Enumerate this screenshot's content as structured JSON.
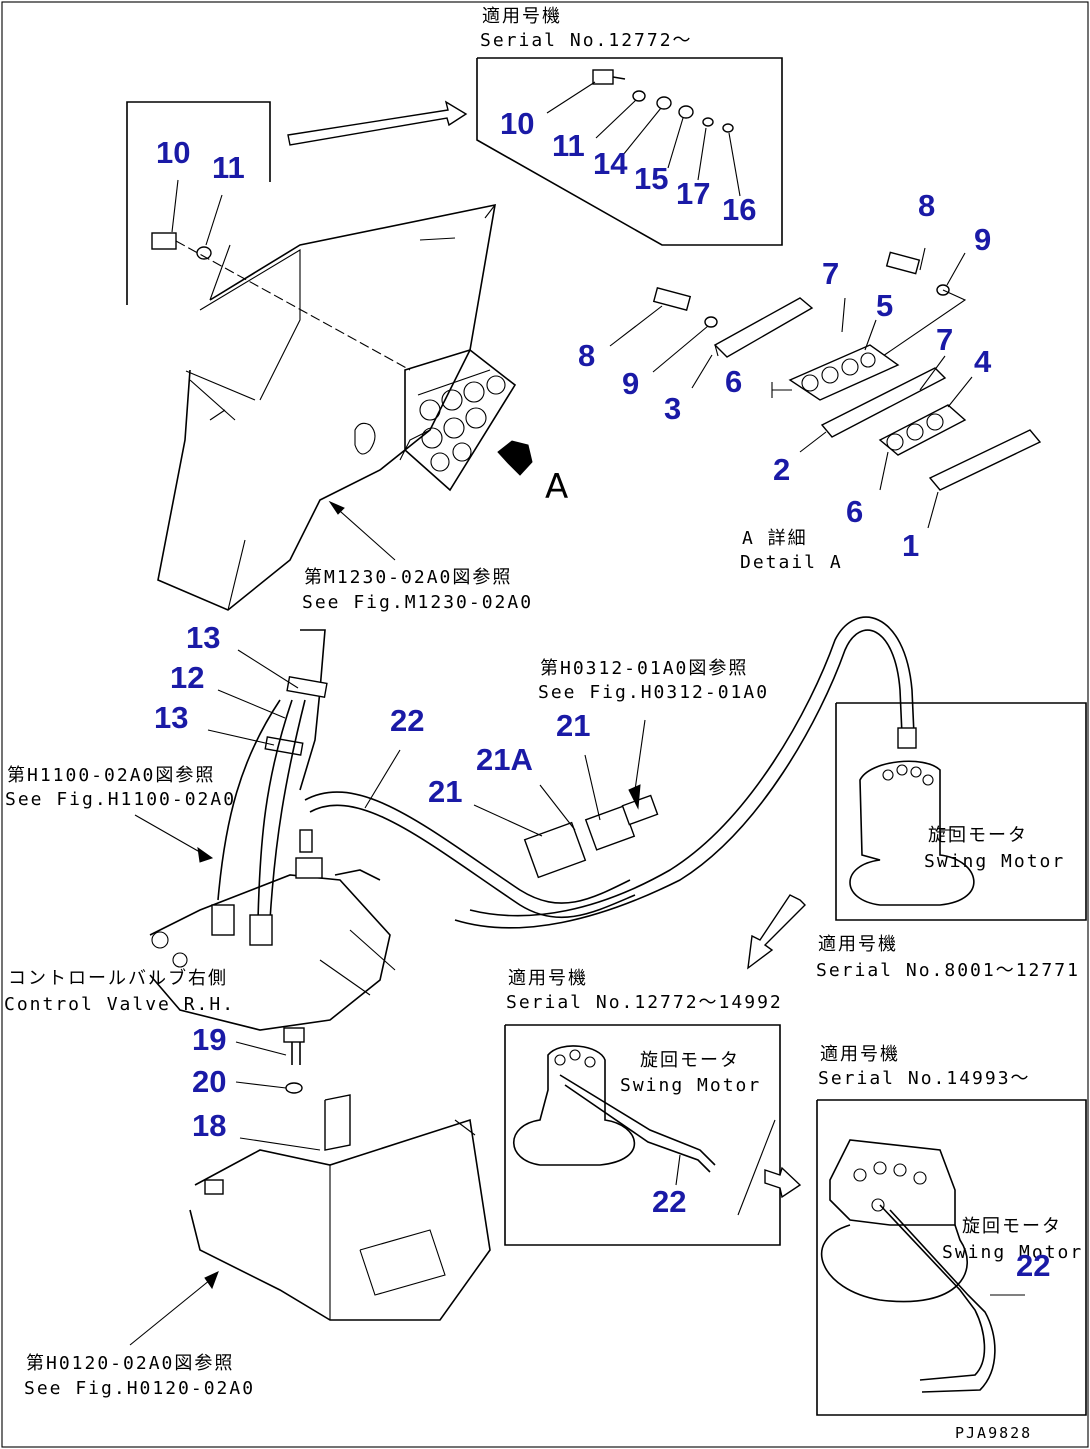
{
  "notes": {
    "top_serial_jp": "適用号機",
    "top_serial_en": "Serial No.12772～",
    "detail_jp": "A 詳細",
    "detail_en": "Detail A",
    "see_m1230_jp": "第M1230-02A0図参照",
    "see_m1230_en": "See Fig.M1230-02A0",
    "see_h0312_jp": "第H0312-01A0図参照",
    "see_h0312_en": "See Fig.H0312-01A0",
    "see_h1100_jp": "第H1100-02A0図参照",
    "see_h1100_en": "See Fig.H1100-02A0",
    "swing_motor_jp": "旋回モータ",
    "swing_motor_en": "Swing Motor",
    "serial_8001_jp": "適用号機",
    "serial_8001_en": "Serial No.8001～12771",
    "control_valve_jp": "コントロールバルブ右側",
    "control_valve_en": "Control Valve R.H.",
    "serial_mid_jp": "適用号機",
    "serial_mid_en": "Serial No.12772～14992",
    "swing_motor2_jp": "旋回モータ",
    "swing_motor2_en": "Swing Motor",
    "serial_14993_jp": "適用号機",
    "serial_14993_en": "Serial No.14993～",
    "swing_motor3_jp": "旋回モータ",
    "swing_motor3_en": "Swing Motor",
    "see_h0120_jp": "第H0120-02A0図参照",
    "see_h0120_en": "See Fig.H0120-02A0",
    "view_letter": "A",
    "drawing_code": "PJA9828"
  },
  "callouts": [
    "10",
    "11",
    "14",
    "15",
    "17",
    "16",
    "10",
    "11",
    "8",
    "9",
    "7",
    "5",
    "7",
    "4",
    "8",
    "9",
    "3",
    "6",
    "2",
    "6",
    "1",
    "13",
    "12",
    "13",
    "22",
    "21",
    "21A",
    "21",
    "19",
    "20",
    "18",
    "22",
    "22"
  ]
}
